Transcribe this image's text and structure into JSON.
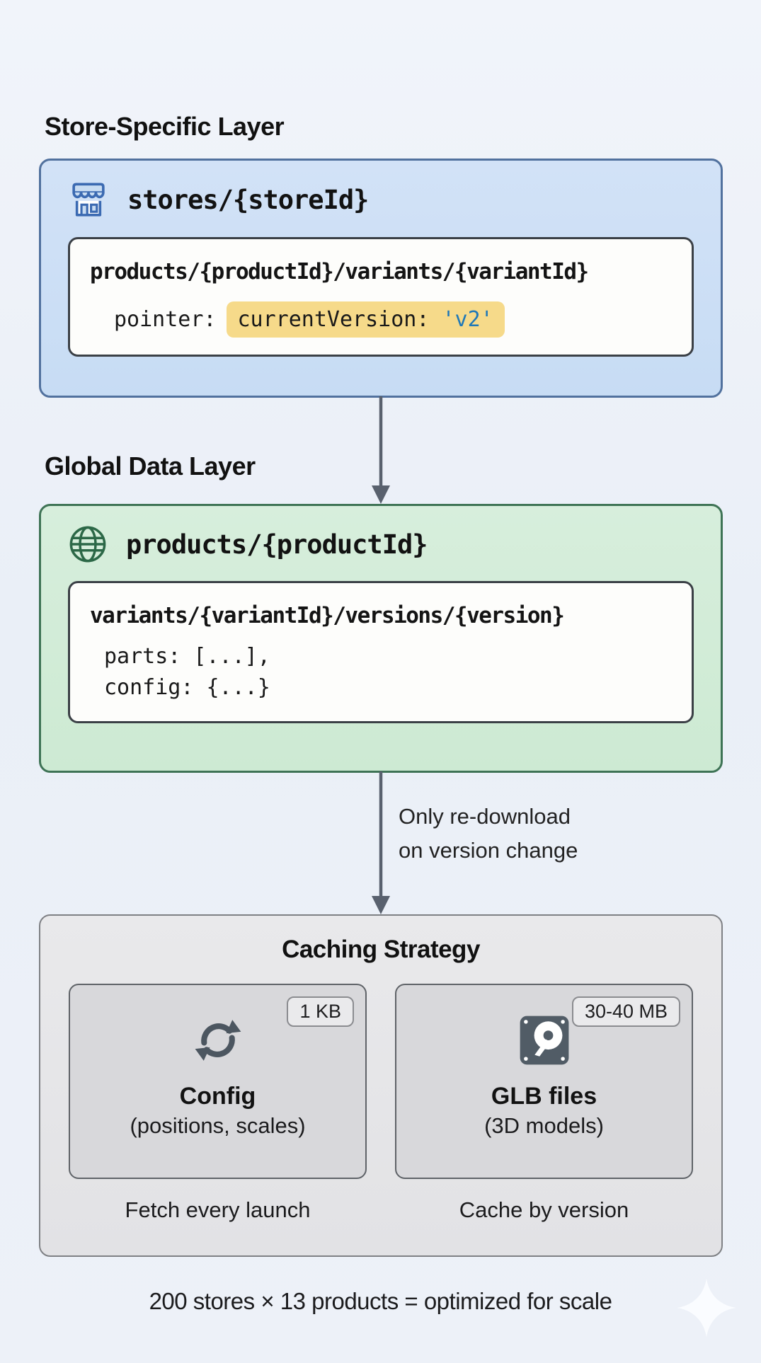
{
  "page": {
    "footer_text": "200 stores × 13 products = optimized for scale",
    "background_color": "#edf1f8"
  },
  "store_layer": {
    "heading": "Store-Specific Layer",
    "icon": "storefront-icon",
    "box_title": "stores/{storeId}",
    "path": "products/{productId}/variants/{variantId}",
    "pointer_label": "pointer:",
    "pointer_key": "currentVersion: ",
    "pointer_value": "'v2'",
    "colors": {
      "box_fill": "#cddff5",
      "box_border": "#51719e",
      "highlight_fill": "#f6da8a",
      "value_text": "#1f78b8"
    }
  },
  "global_layer": {
    "heading": "Global Data Layer",
    "icon": "globe-icon",
    "box_title": "products/{productId}",
    "path": "variants/{variantId}/versions/{version}",
    "code_lines": {
      "0": "parts: [...],",
      "1": "config: {...}"
    },
    "colors": {
      "box_fill": "#d2ecd8",
      "box_border": "#3e7355"
    }
  },
  "arrow_note": {
    "line1": "Only re-download",
    "line2": "on version change",
    "arrow_color": "#59616e"
  },
  "caching": {
    "title": "Caching Strategy",
    "colors": {
      "box_fill": "#e6e6e9",
      "box_border": "#7e8084",
      "card_fill": "#d8d8db",
      "card_border": "#5f6368",
      "icon_color": "#4c5660"
    },
    "cards": {
      "0": {
        "badge": "1 KB",
        "icon": "sync-icon",
        "name": "Config",
        "detail": "(positions, scales)",
        "footnote": "Fetch every launch"
      },
      "1": {
        "badge": "30-40 MB",
        "icon": "hard-drive-icon",
        "name": "GLB files",
        "detail": "(3D models)",
        "footnote": "Cache by version"
      }
    }
  }
}
